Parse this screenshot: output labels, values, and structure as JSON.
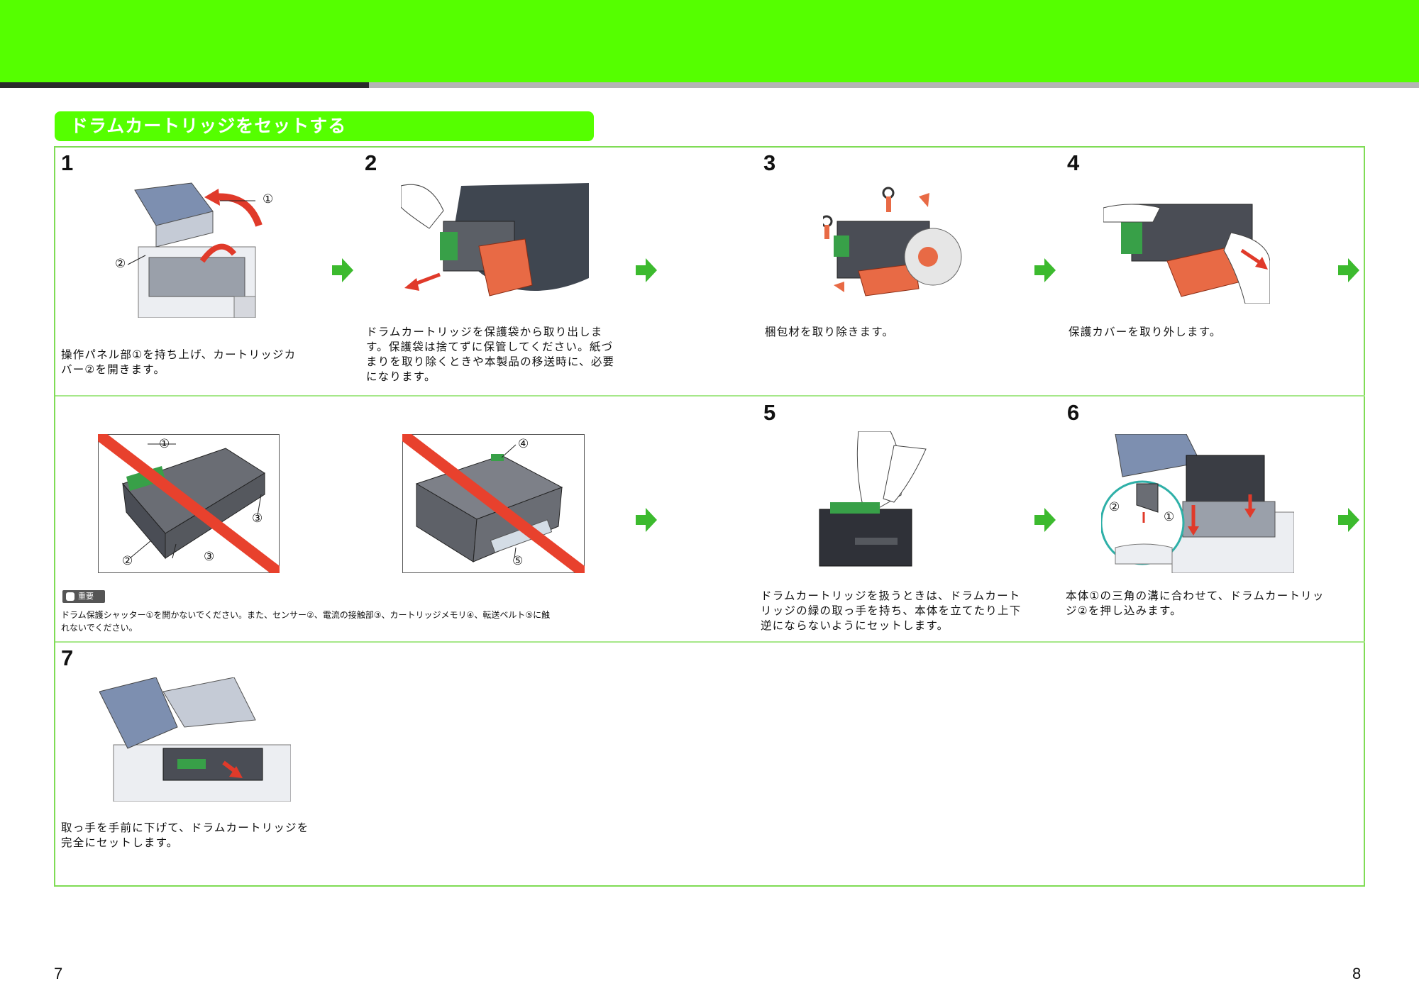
{
  "header": {
    "colors": {
      "band": "#55ff00",
      "rule_dark": "#2b2b2b",
      "rule_gray": "#b4b4b4"
    }
  },
  "section": {
    "title": "ドラムカートリッジをセットする"
  },
  "steps": [
    {
      "number": "1",
      "lines": [
        "操作パネル部①を持ち上げ、カートリッジカ",
        "バー②を開きます。"
      ],
      "callouts": [
        "①",
        "②"
      ]
    },
    {
      "number": "2",
      "lines": [
        "ドラムカートリッジを保護袋から取り出しま",
        "す。保護袋は捨てずに保管してください。紙づ",
        "まりを取り除くときや本製品の移送時に、必要",
        "になります。"
      ]
    },
    {
      "number": "3",
      "lines": [
        "梱包材を取り除きます。"
      ]
    },
    {
      "number": "4",
      "lines": [
        "保護カバーを取り外します。"
      ]
    },
    {
      "number": "5",
      "lines": [
        "ドラムカートリッジを扱うときは、ドラムカート",
        "リッジの緑の取っ手を持ち、本体を立てたり上下",
        "逆にならないようにセットします。"
      ]
    },
    {
      "number": "6",
      "lines": [
        "本体①の三角の溝に合わせて、ドラムカートリッ",
        "ジ②を押し込みます。"
      ],
      "callouts": [
        "②",
        "①"
      ]
    },
    {
      "number": "7",
      "lines": [
        "取っ手を手前に下げて、ドラムカートリッジを",
        "完全にセットします。"
      ]
    }
  ],
  "important": {
    "badge": "重要",
    "lines": [
      "ドラム保護シャッター①を開かないでください。また、センサー②、電流の接触部③、カートリッジメモリ④、転送ベルト⑤に触",
      "れないでください。"
    ],
    "left_callouts": [
      "①",
      "③",
      "②",
      "③"
    ],
    "right_callouts": [
      "④",
      "⑤"
    ]
  },
  "pages": {
    "left": "7",
    "right": "8"
  },
  "icons": {
    "next": "arrow-right-icon",
    "prohibited": "prohibited-cross-icon",
    "important": "important-icon"
  }
}
